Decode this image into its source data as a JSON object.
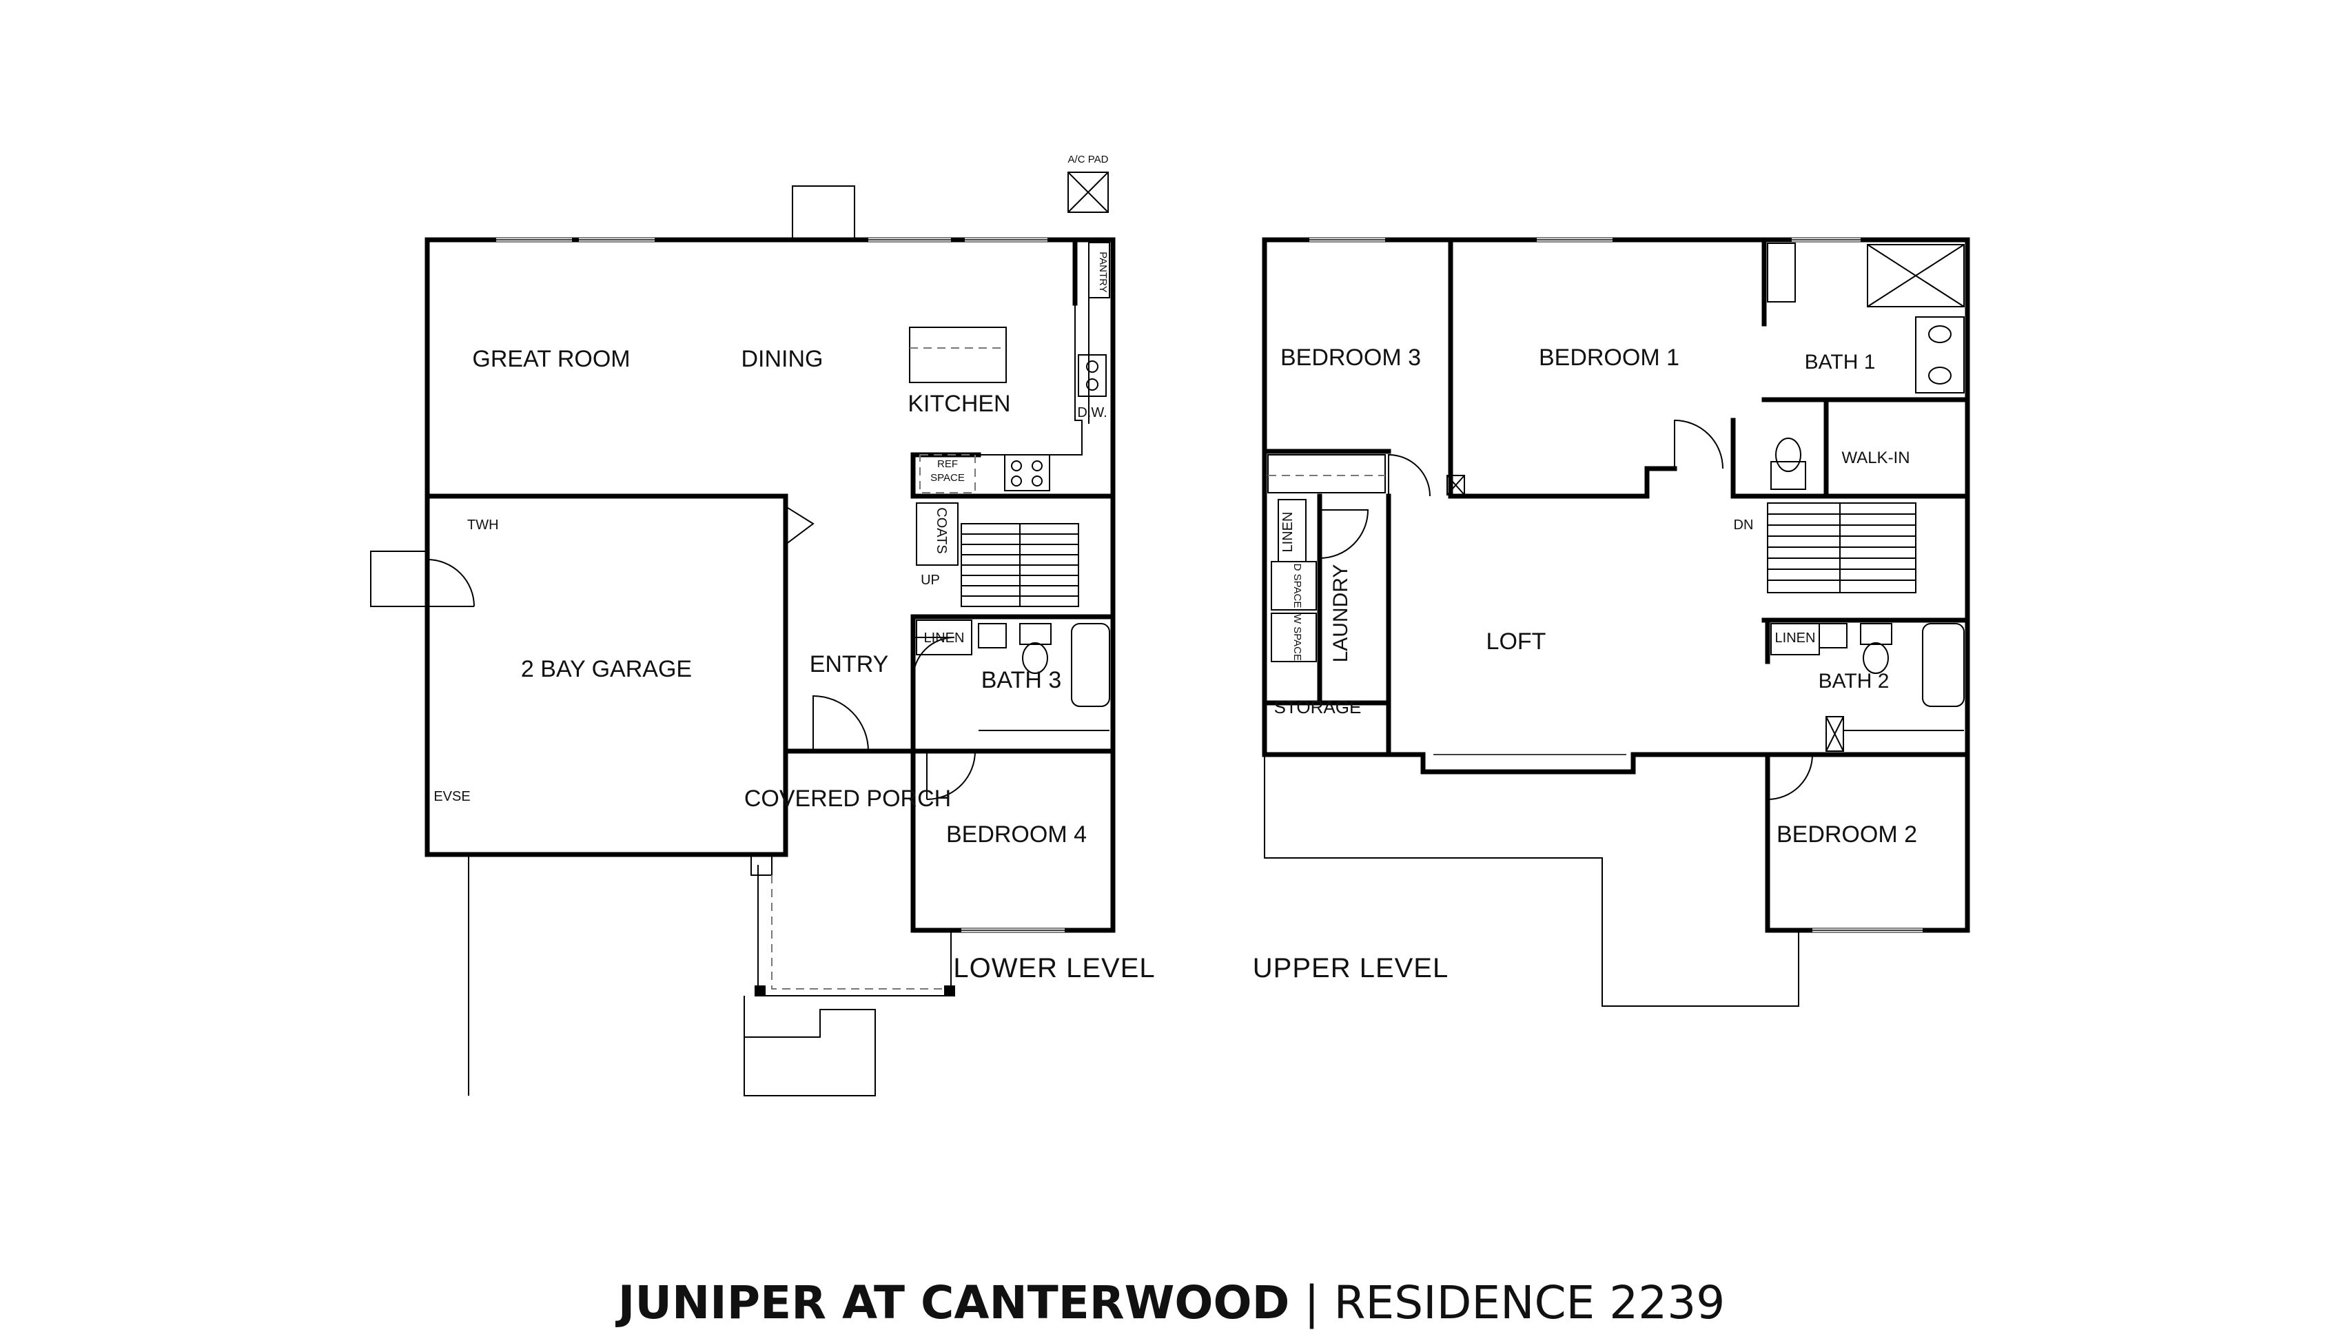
{
  "title": {
    "project": "JUNIPER AT CANTERWOOD",
    "separator": "|",
    "residence": "RESIDENCE 2239"
  },
  "lower_level": {
    "level_label": "LOWER LEVEL",
    "rooms": {
      "great_room": "GREAT ROOM",
      "dining": "DINING",
      "kitchen": "KITCHEN",
      "pantry": "PANTRY",
      "dw": "D.W.",
      "ref": "REF",
      "space": "SPACE",
      "coats": "COATS",
      "up": "UP",
      "twh": "TWH",
      "garage": "2 BAY GARAGE",
      "evse": "EVSE",
      "entry": "ENTRY",
      "linen": "LINEN",
      "bath": "BATH 3",
      "covered_porch": "COVERED PORCH",
      "bedroom": "BEDROOM 4",
      "ac_pad": "A/C PAD"
    }
  },
  "upper_level": {
    "level_label": "UPPER LEVEL",
    "rooms": {
      "bedroom3": "BEDROOM 3",
      "bedroom1": "BEDROOM 1",
      "bath1": "BATH 1",
      "walk_in": "WALK-IN",
      "linen_laundry": "LINEN",
      "d_space": "D SPACE",
      "w_space": "W SPACE",
      "laundry": "LAUNDRY",
      "storage": "STORAGE",
      "loft": "LOFT",
      "dn": "DN",
      "linen_bath2": "LINEN",
      "bath2": "BATH 2",
      "bedroom2": "BEDROOM 2"
    }
  }
}
